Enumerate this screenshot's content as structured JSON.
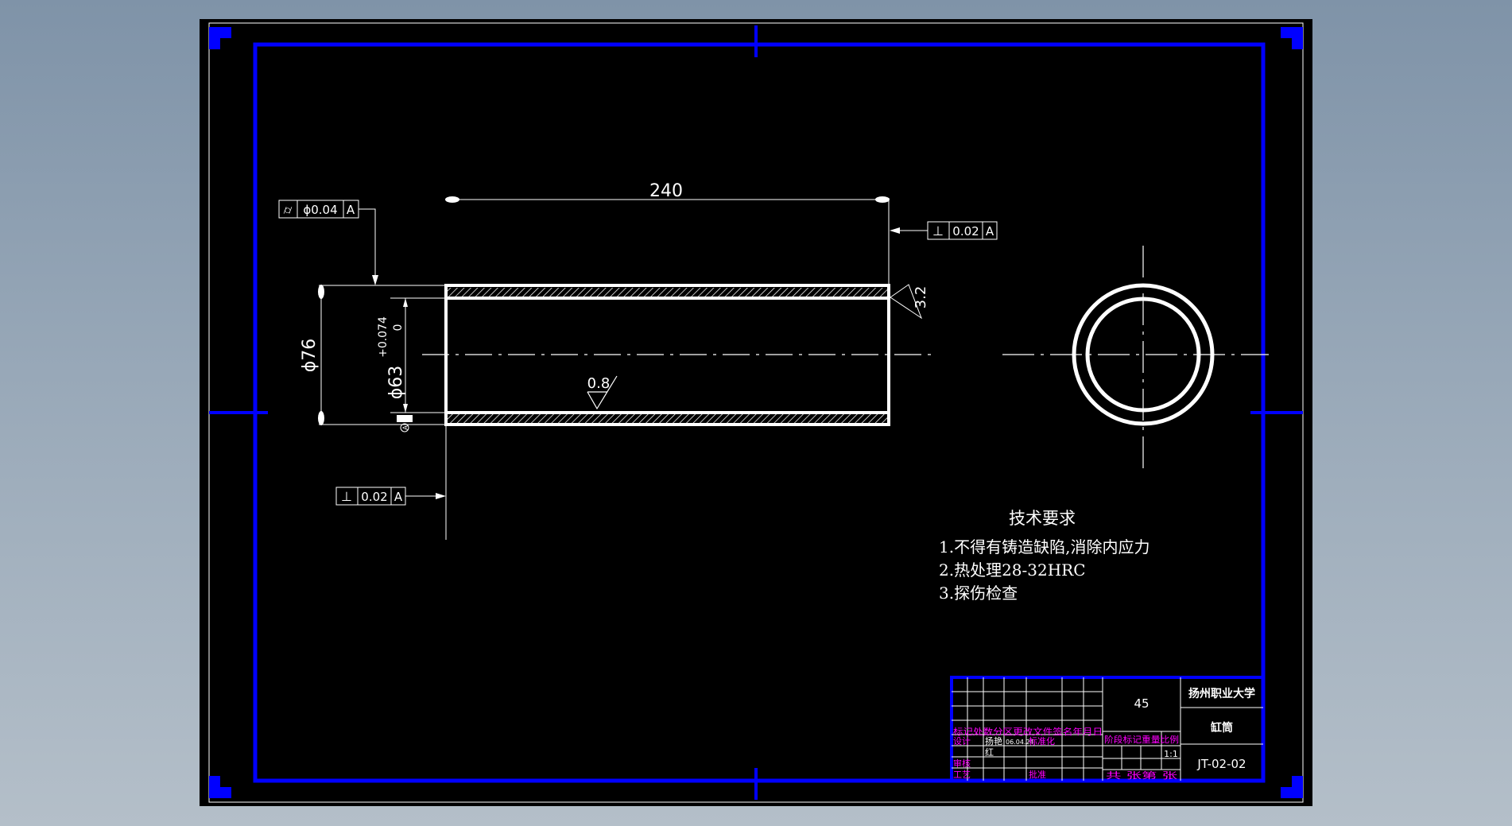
{
  "colors": {
    "background": "#000000",
    "frame": "#0000ff",
    "geometry": "#ffffff",
    "titleblock_labels": "#ff00ff"
  },
  "drawing": {
    "dimensions": {
      "length": "240",
      "outer_diameter": "ϕ76",
      "inner_diameter": "ϕ63",
      "inner_tolerance_upper": "+0.074",
      "inner_tolerance_lower": "0",
      "roughness_outer": "3.2",
      "roughness_inner": "0.8"
    },
    "tolerances": {
      "cylindricity": {
        "symbol": "⌭",
        "value": "ϕ0.04",
        "datum": "A"
      },
      "perpendicular_right": {
        "symbol": "⊥",
        "value": "0.02",
        "datum": "A"
      },
      "perpendicular_bottom": {
        "symbol": "⊥",
        "value": "0.02",
        "datum": "A"
      },
      "datum_marker": "A"
    }
  },
  "tech_requirements": {
    "title": "技术要求",
    "items": [
      "1.不得有铸造缺陷,消除内应力",
      "2.热处理28-32HRC",
      "3.探伤检查"
    ]
  },
  "title_block": {
    "material": "45",
    "school": "扬州职业大学",
    "part_name": "缸筒",
    "drawing_no": "JT-02-02",
    "scale": "1:1",
    "revision_header": "标记处数分区更改文件签名年月日",
    "design_label": "设计",
    "designer": "扬艳",
    "design_date": "06.04.24",
    "standardization": "标准化",
    "extra": "红",
    "check_label": "审核",
    "process_label": "工艺",
    "approve_label": "批准",
    "stage_header": "阶段标记重量比例",
    "sheets": "共 张第 张"
  }
}
